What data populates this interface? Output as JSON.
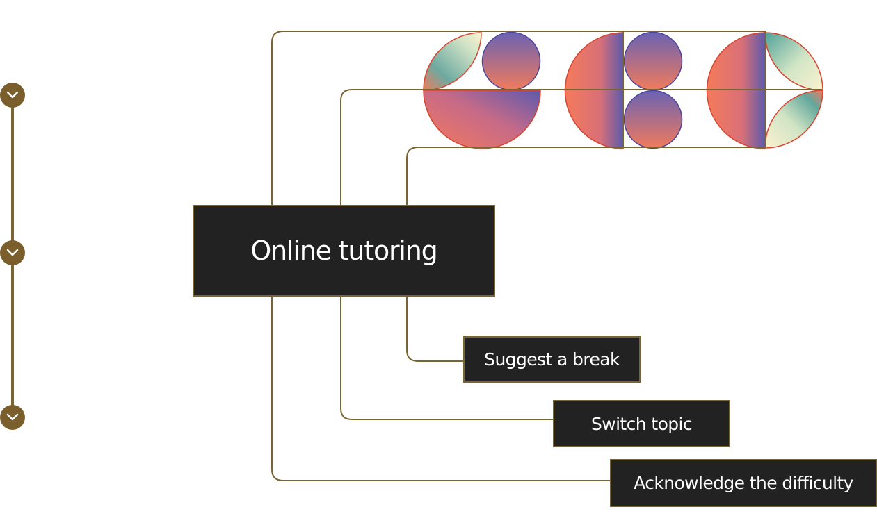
{
  "diagram": {
    "central_node": "Online tutoring",
    "options": [
      "Suggest a break",
      "Switch topic",
      "Acknowledge the difficulty"
    ],
    "timeline_markers": 3
  },
  "colors": {
    "connector": "#7a6431",
    "marker": "#7a5f2c",
    "box_fill": "#222222",
    "box_text": "#ffffff",
    "gradient_coral": "#f4795b",
    "gradient_indigo": "#5c59ae",
    "gradient_teal": "#5fae9c",
    "gradient_cream": "#f8efc4",
    "shape_outline_red": "#d9442f",
    "shape_outline_blue": "#4a46a0"
  },
  "icons": {
    "timeline_marker": "chevron-down-icon"
  }
}
